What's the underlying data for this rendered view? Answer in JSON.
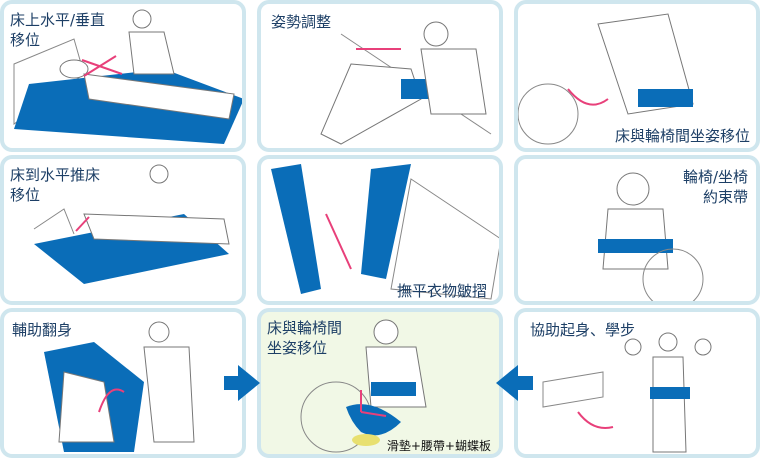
{
  "panels": [
    {
      "label_lines": [
        "床上水平/垂直",
        "移位"
      ]
    },
    {
      "label_lines": [
        "姿勢調整"
      ]
    },
    {
      "label_lines": [
        "床與輪椅間坐姿移位"
      ]
    },
    {
      "label_lines": [
        "床到水平推床",
        "移位"
      ]
    },
    {
      "label_lines": [
        "撫平衣物皺摺"
      ]
    },
    {
      "label_lines": [
        "輪椅/坐椅",
        "約束帶"
      ]
    },
    {
      "label_lines": [
        "輔助翻身"
      ]
    },
    {
      "label_lines": [
        "床與輪椅間",
        "坐姿移位"
      ],
      "caption": "滑墊+腰帶+蝴蝶板"
    },
    {
      "label_lines": [
        "協助起身、學步"
      ]
    }
  ],
  "colors": {
    "border": "#cfe6ee",
    "mat_blue": "#0a6db8",
    "arrow_pink": "#e8407a",
    "text": "#1d3f66",
    "highlight_bg": "#f1f8e6"
  }
}
